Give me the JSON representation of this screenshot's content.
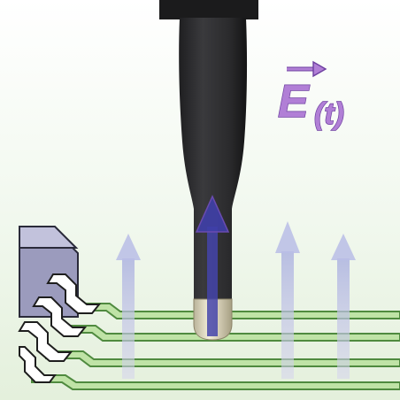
{
  "field_label": {
    "symbol": "E",
    "argument": "(t)"
  },
  "colors": {
    "probe_body": "#2f2f31",
    "probe_tip": "#e9e2c6",
    "field_arrow": "#c3c0e3",
    "probe_arrow": "#3f3fa8",
    "trace_fill": "#bfe3a6",
    "trace_edge": "#4f8a3f",
    "package_top": "#c2c2dc",
    "package_side": "#9b9bbd",
    "label": "#b17fd6"
  },
  "icons": {
    "field_arrows": "up-arrow",
    "probe": "near-field-probe",
    "chip": "ic-package"
  }
}
